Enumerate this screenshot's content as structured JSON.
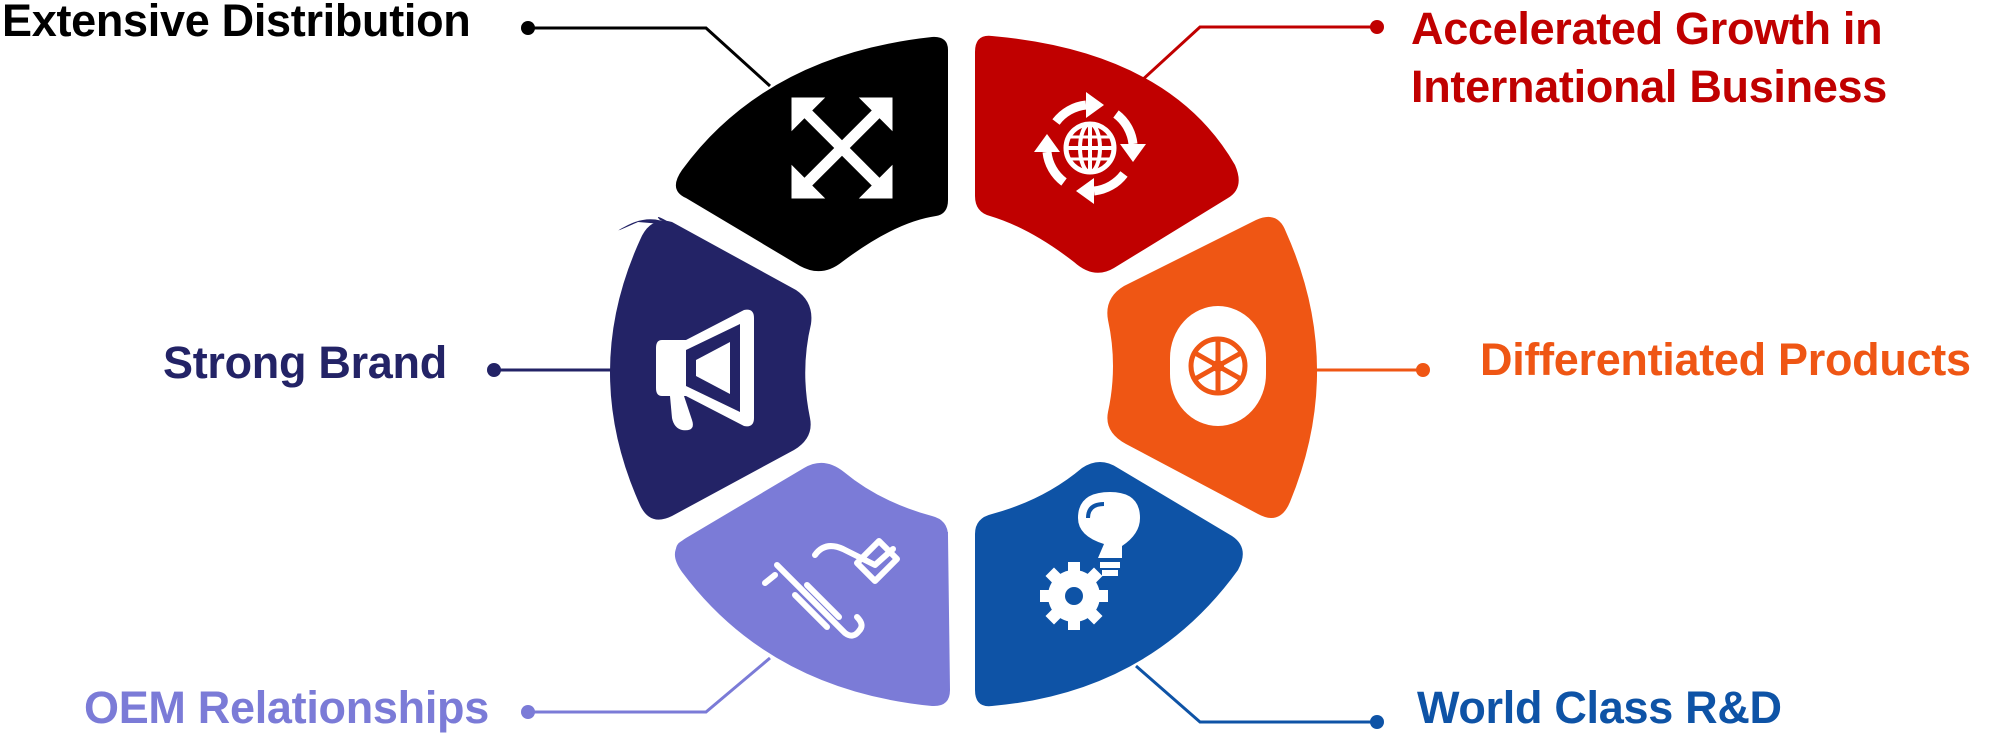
{
  "segments": [
    {
      "id": "extensive-distribution",
      "lines": [
        "Extensive Distribution"
      ],
      "color": "#000000",
      "icon": "expand-arrows-icon"
    },
    {
      "id": "accelerated-growth",
      "lines": [
        "Accelerated Growth in",
        "International Business"
      ],
      "color": "#C00000",
      "icon": "globe-cycle-icon"
    },
    {
      "id": "strong-brand",
      "lines": [
        "Strong Brand"
      ],
      "color": "#232366",
      "icon": "megaphone-icon"
    },
    {
      "id": "differentiated-products",
      "lines": [
        "Differentiated Products"
      ],
      "color": "#EF5614",
      "icon": "tire-icon"
    },
    {
      "id": "oem-relationships",
      "lines": [
        "OEM Relationships"
      ],
      "color": "#7B7BD7",
      "icon": "handshake-icon"
    },
    {
      "id": "world-class-rnd",
      "lines": [
        "World Class R&D"
      ],
      "color": "#0E53A6",
      "icon": "lightbulb-gear-icon"
    }
  ]
}
